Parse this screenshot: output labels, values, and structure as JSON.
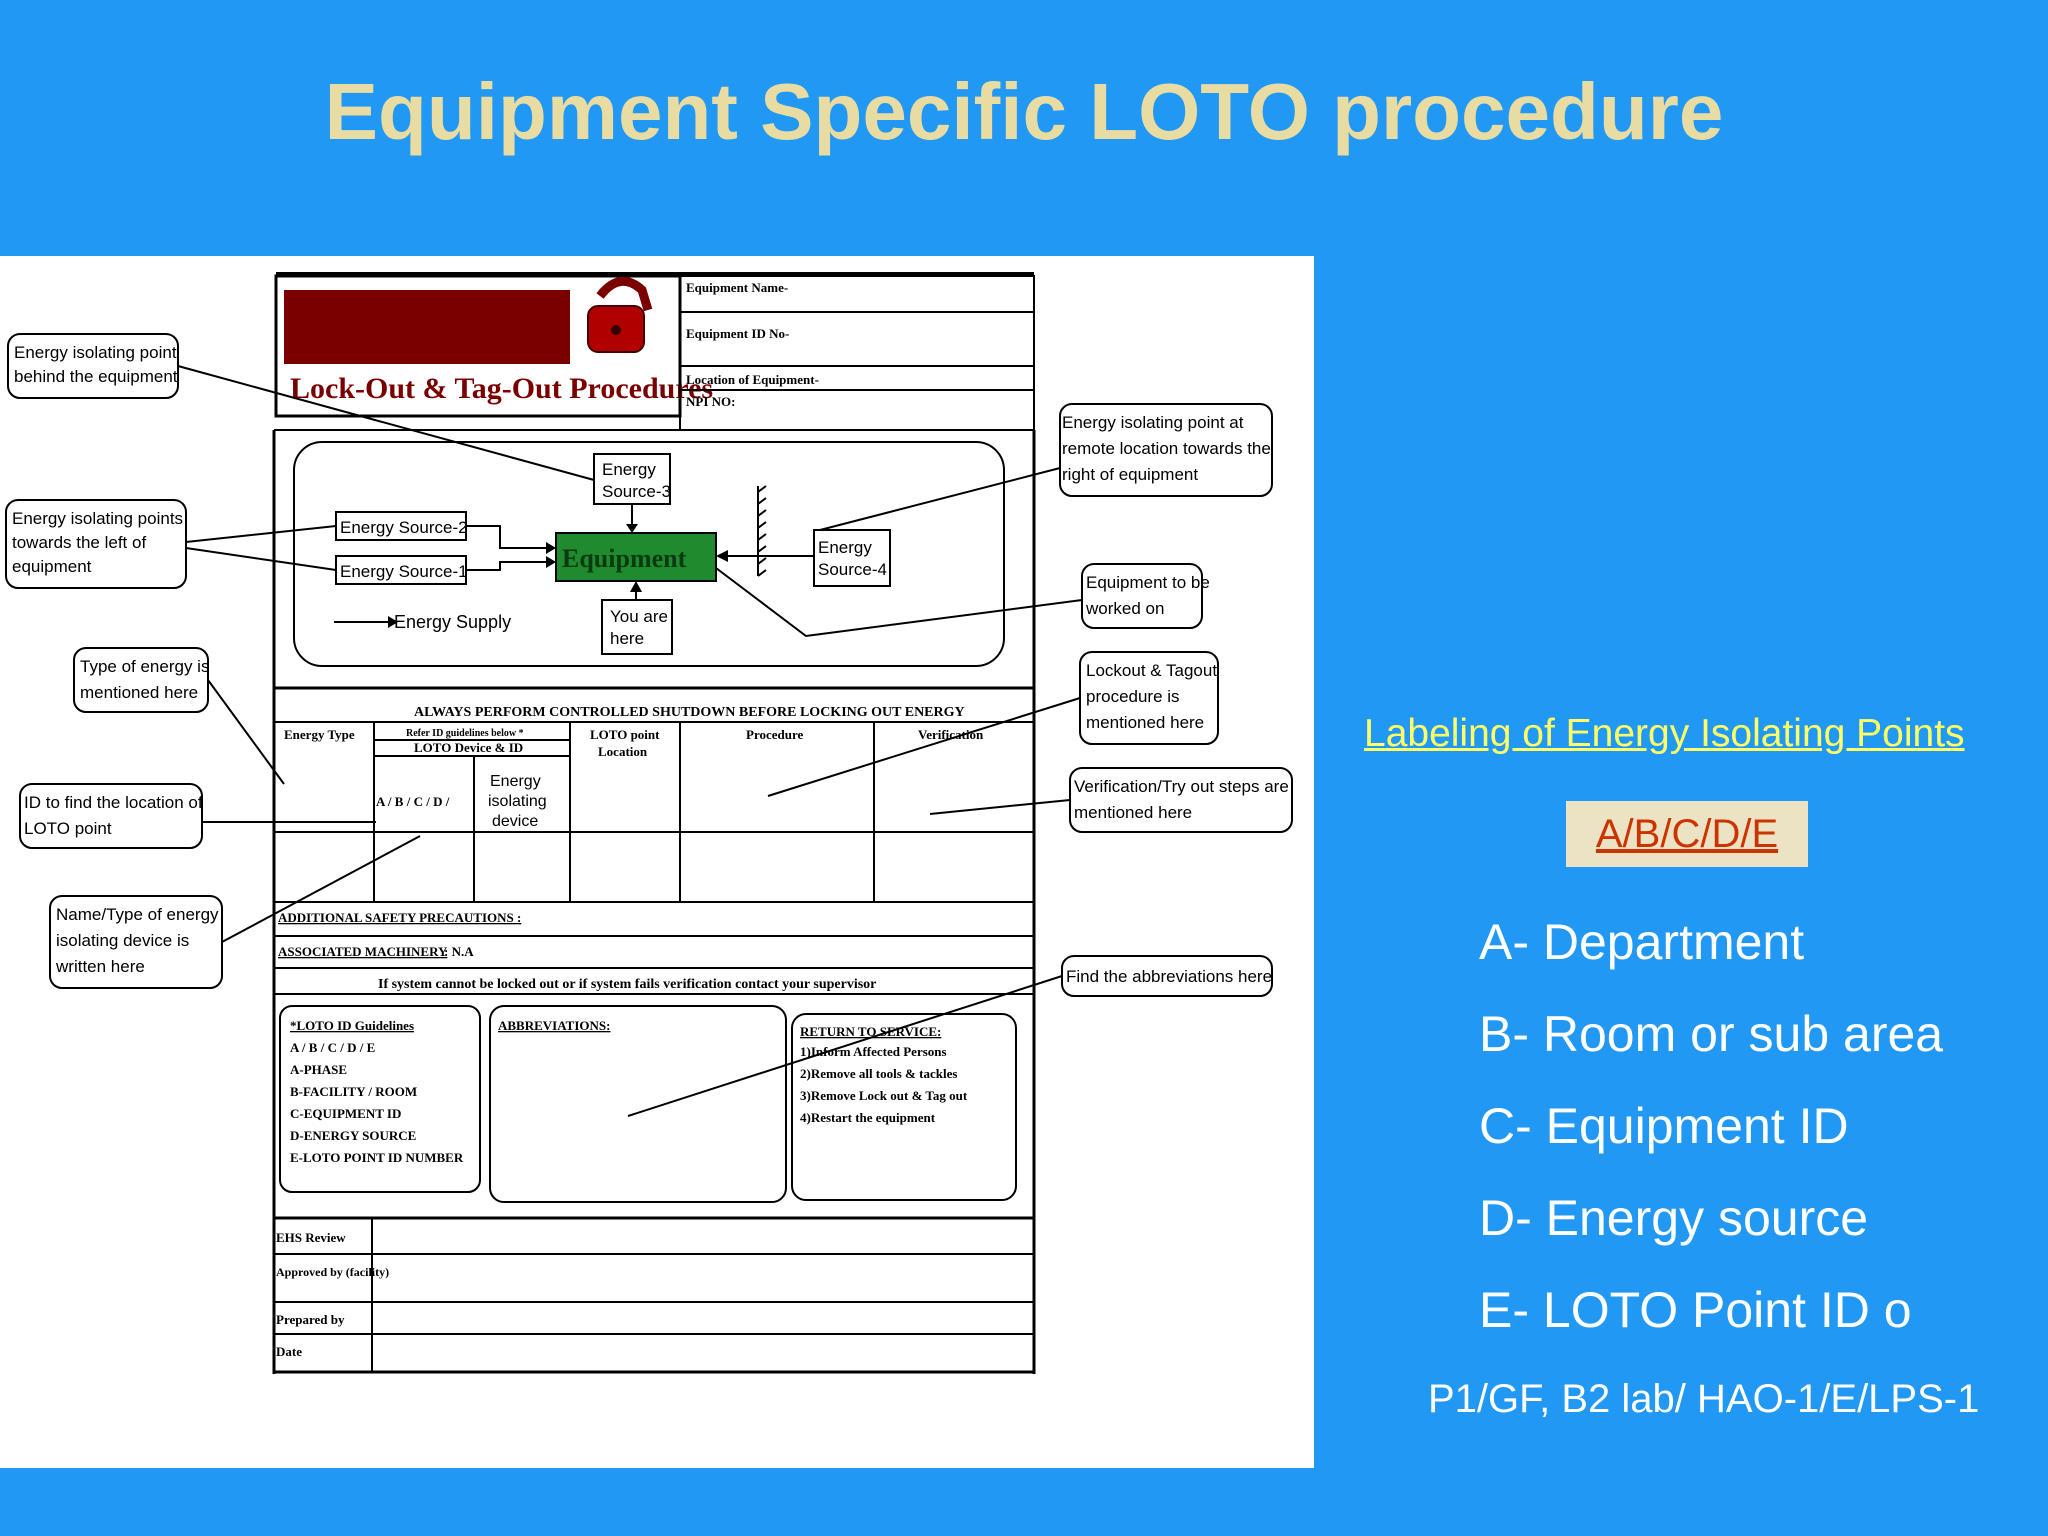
{
  "slide": {
    "title": "Equipment Specific LOTO procedure"
  },
  "form": {
    "banner_title": "Lock-Out & Tag-Out Procedures",
    "header_fields": [
      "Equipment Name-",
      "Equipment ID No-",
      "Location of Equipment-",
      "NPI NO:"
    ],
    "diagram": {
      "energy_source_3": [
        "Energy",
        "Source-3"
      ],
      "energy_source_2": "Energy Source-2",
      "energy_source_1": "Energy Source-1",
      "energy_source_4": [
        "Energy",
        "Source-4"
      ],
      "equipment": "Equipment",
      "you_are_here": [
        "You are",
        "here"
      ],
      "energy_supply": "Energy Supply"
    },
    "table": {
      "banner": "ALWAYS PERFORM CONTROLLED SHUTDOWN BEFORE LOCKING OUT ENERGY",
      "col_energy_type": "Energy Type",
      "col_refer": "Refer ID guidelines below *",
      "col_device": "LOTO Device & ID",
      "col_loto_point": [
        "LOTO point",
        "Location"
      ],
      "col_procedure": "Procedure",
      "col_verification": "Verification",
      "id_code": "A / B / C / D /",
      "device_cell": [
        "Energy",
        "isolating",
        "device"
      ]
    },
    "precautions": "ADDITIONAL SAFETY PRECAUTIONS :",
    "machinery_label": "ASSOCIATED MACHINERY",
    "machinery_value": " : N.A",
    "supervisor_note": "If system cannot be locked out or if system fails verification contact your supervisor",
    "guidelines": {
      "title": "*LOTO ID Guidelines",
      "lines": [
        "A / B / C / D / E",
        "A-PHASE",
        "B-FACILITY / ROOM",
        "C-EQUIPMENT ID",
        "D-ENERGY SOURCE",
        "E-LOTO POINT ID NUMBER"
      ]
    },
    "abbreviations_title": "ABBREVIATIONS:",
    "return_to_service": {
      "title": "RETURN TO SERVICE:",
      "lines": [
        "1)Inform Affected Persons",
        "2)Remove all tools & tackles",
        "3)Remove Lock out & Tag out",
        "4)Restart the equipment"
      ]
    },
    "signoff": [
      "EHS Review",
      "Approved by (facility)",
      "Prepared by",
      "Date"
    ],
    "callouts": {
      "behind": [
        "Energy isolating point",
        "behind the equipment"
      ],
      "left": [
        "Energy isolating points",
        "towards the left of",
        "equipment"
      ],
      "type": [
        "Type of energy is",
        "mentioned here"
      ],
      "id_loc": [
        "ID to find the location of",
        "LOTO point"
      ],
      "name_type": [
        "Name/Type of energy",
        "isolating device is",
        "written here"
      ],
      "remote": [
        "Energy isolating point at",
        "remote location towards the",
        "right of equipment"
      ],
      "worked_on": [
        "Equipment to be",
        "worked on"
      ],
      "lockout": [
        "Lockout & Tagout",
        "procedure is",
        "mentioned here"
      ],
      "verification": [
        "Verification/Try out steps are",
        "mentioned here"
      ],
      "abbrev": [
        "Find the abbreviations here"
      ]
    }
  },
  "sidebar": {
    "heading_link": "Labeling of Energy Isolating Points",
    "code": "A/B/C/D/E",
    "legend": [
      "A- Department",
      "B- Room or sub area",
      "C- Equipment ID",
      "D- Energy source",
      "E- LOTO Point ID o"
    ],
    "example": "P1/GF, B2 lab/ HAO-1/E/LPS-1"
  },
  "colors": {
    "background": "#2298f5",
    "title": "#e8dca2",
    "link": "#ffff66",
    "code_text": "#cc3300",
    "code_box": "#ece3c4",
    "banner_red": "#7a0000",
    "equipment_green": "#1f8a2e"
  }
}
